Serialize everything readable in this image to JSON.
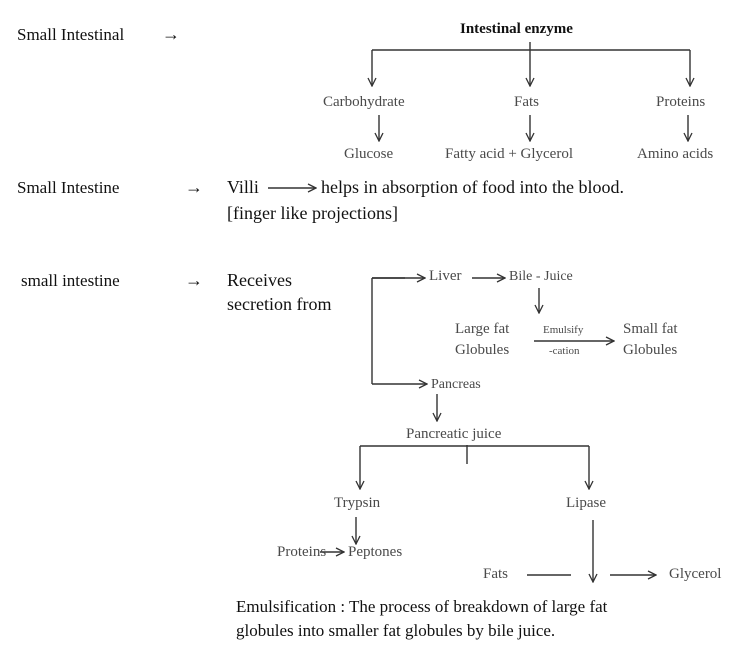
{
  "row1": {
    "label": "Small Intestinal",
    "arrow": "→",
    "root": "Intestinal enzyme",
    "branches": [
      {
        "name": "Carbohydrate",
        "product": "Glucose"
      },
      {
        "name": "Fats",
        "product": "Fatty acid + Glycerol"
      },
      {
        "name": "Proteins",
        "product": "Amino acids"
      }
    ]
  },
  "row2": {
    "label": "Small Intestine",
    "arrow": "→",
    "villi": "Villi",
    "function": "helps in absorption of food into the blood.",
    "note": "[finger like projections]"
  },
  "row3": {
    "label": "small intestine",
    "arrow": "→",
    "receives_line1": "Receives",
    "receives_line2": "secretion from",
    "liver": "Liver",
    "bile": "Bile - Juice",
    "large_fat_1": "Large fat",
    "large_fat_2": "Globules",
    "emulsify_top": "Emulsify",
    "emulsify_bottom": "-cation",
    "small_fat_1": "Small fat",
    "small_fat_2": "Globules",
    "pancreas": "Pancreas",
    "pancreatic_juice": "Pancreatic juice",
    "trypsin": "Trypsin",
    "lipase": "Lipase",
    "proteins": "Proteins",
    "peptones": "Peptones",
    "fats": "Fats",
    "glycerol": "Glycerol"
  },
  "definition": {
    "line1": "Emulsification : The process of breakdown of large fat",
    "line2": "globules into smaller fat globules by bile juice."
  }
}
